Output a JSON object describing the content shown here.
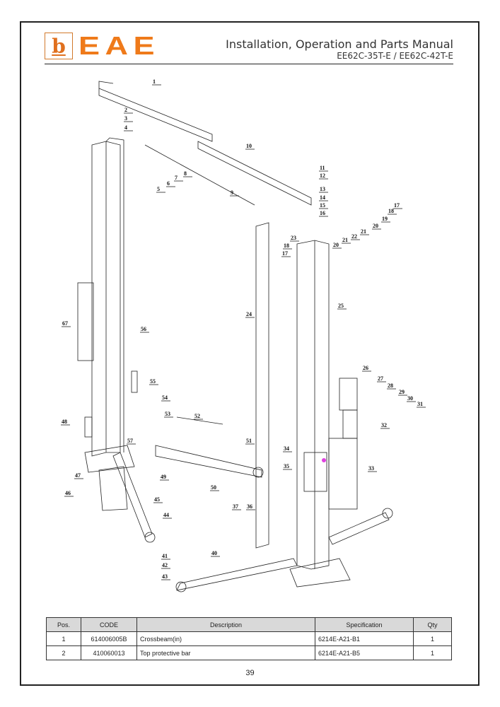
{
  "header": {
    "logo_mark": "b",
    "logo_text": "EAE",
    "title": "Installation, Operation and Parts Manual",
    "models": "EE62C-35T-E  /  EE62C-42T-E"
  },
  "diagram": {
    "callouts": [
      "1",
      "2",
      "3",
      "4",
      "5",
      "6",
      "7",
      "8",
      "9",
      "10",
      "11",
      "12",
      "13",
      "14",
      "15",
      "16",
      "17",
      "18",
      "19",
      "20",
      "21",
      "22",
      "23",
      "18",
      "17",
      "21",
      "20",
      "25",
      "24",
      "67",
      "56",
      "26",
      "27",
      "28",
      "29",
      "30",
      "31",
      "55",
      "54",
      "53",
      "52",
      "48",
      "32",
      "51",
      "57",
      "34",
      "35",
      "33",
      "49",
      "50",
      "47",
      "45",
      "46",
      "44",
      "37",
      "36",
      "40",
      "41",
      "42",
      "43"
    ]
  },
  "table": {
    "headers": [
      "Pos.",
      "CODE",
      "Description",
      "Specification",
      "Qty"
    ],
    "rows": [
      [
        "1",
        "614006005B",
        "Crossbeam(in)",
        "6214E-A21-B1",
        "1"
      ],
      [
        "2",
        "410060013",
        "Top protective bar",
        "6214E-A21-B5",
        "1"
      ]
    ]
  },
  "page_number": "39",
  "colors": {
    "brand": "#ef7a1a",
    "header_bg": "#d9d9d9"
  }
}
